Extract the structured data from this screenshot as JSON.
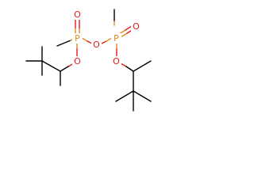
{
  "molecule": {
    "atoms": {
      "o_top_left": "O",
      "p_left": "P",
      "o_ester_left": "O",
      "o_bridge": "O",
      "p_right": "P",
      "o_top_right": "O",
      "o_ester_right": "O"
    },
    "colors": {
      "oxygen": "#e81a1a",
      "phosphorus": "#e28a1c",
      "carbon_bond": "#000000",
      "background": "#ffffff"
    }
  }
}
